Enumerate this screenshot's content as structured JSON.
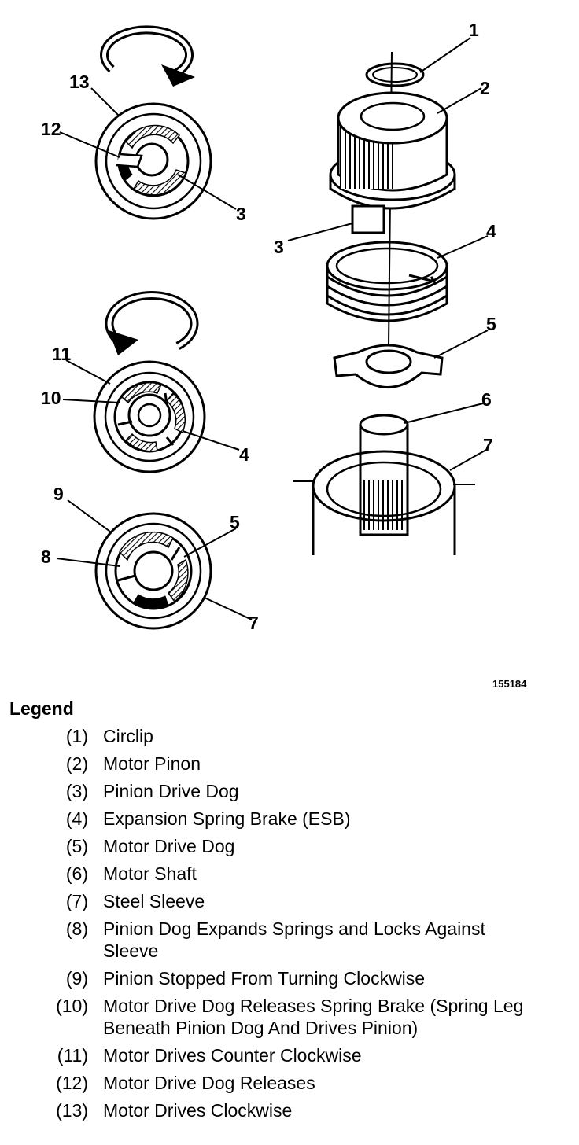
{
  "figure_id": "155184",
  "legend_title": "Legend",
  "callouts": {
    "c1": "1",
    "c2": "2",
    "c3a": "3",
    "c3b": "3",
    "c4a": "4",
    "c4b": "4",
    "c5a": "5",
    "c5b": "5",
    "c6": "6",
    "c7a": "7",
    "c7b": "7",
    "c8": "8",
    "c9": "9",
    "c10": "10",
    "c11": "11",
    "c12": "12",
    "c13": "13"
  },
  "legend": [
    {
      "num": "(1)",
      "text": "Circlip"
    },
    {
      "num": "(2)",
      "text": "Motor Pinon"
    },
    {
      "num": "(3)",
      "text": "Pinion Drive Dog"
    },
    {
      "num": "(4)",
      "text": "Expansion Spring Brake (ESB)"
    },
    {
      "num": "(5)",
      "text": "Motor Drive Dog"
    },
    {
      "num": "(6)",
      "text": "Motor Shaft"
    },
    {
      "num": "(7)",
      "text": "Steel Sleeve"
    },
    {
      "num": "(8)",
      "text": "Pinion Dog Expands Springs and Locks Against Sleeve"
    },
    {
      "num": "(9)",
      "text": "Pinion Stopped From Turning Clockwise"
    },
    {
      "num": "(10)",
      "text": "Motor Drive Dog Releases Spring Brake (Spring Leg Beneath Pinion Dog And Drives Pinion)"
    },
    {
      "num": "(11)",
      "text": "Motor Drives Counter Clockwise"
    },
    {
      "num": "(12)",
      "text": "Motor Drive Dog Releases"
    },
    {
      "num": "(13)",
      "text": "Motor Drives Clockwise"
    }
  ]
}
